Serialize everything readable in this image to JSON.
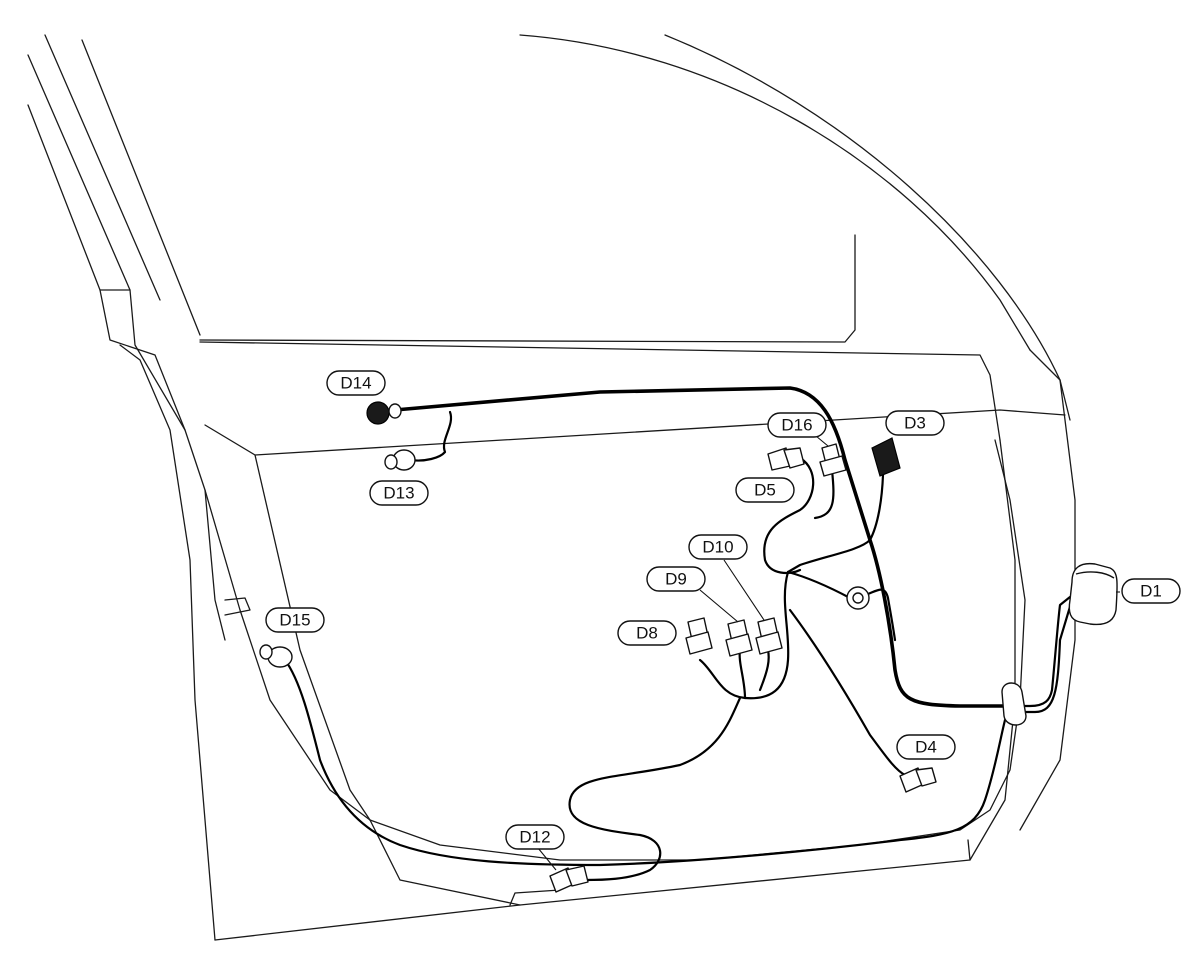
{
  "callouts": [
    {
      "id": "D14",
      "label": "D14"
    },
    {
      "id": "D13",
      "label": "D13"
    },
    {
      "id": "D16",
      "label": "D16"
    },
    {
      "id": "D3",
      "label": "D3"
    },
    {
      "id": "D5",
      "label": "D5"
    },
    {
      "id": "D10",
      "label": "D10"
    },
    {
      "id": "D9",
      "label": "D9"
    },
    {
      "id": "D8",
      "label": "D8"
    },
    {
      "id": "D15",
      "label": "D15"
    },
    {
      "id": "D1",
      "label": "D1"
    },
    {
      "id": "D4",
      "label": "D4"
    },
    {
      "id": "D12",
      "label": "D12"
    }
  ]
}
